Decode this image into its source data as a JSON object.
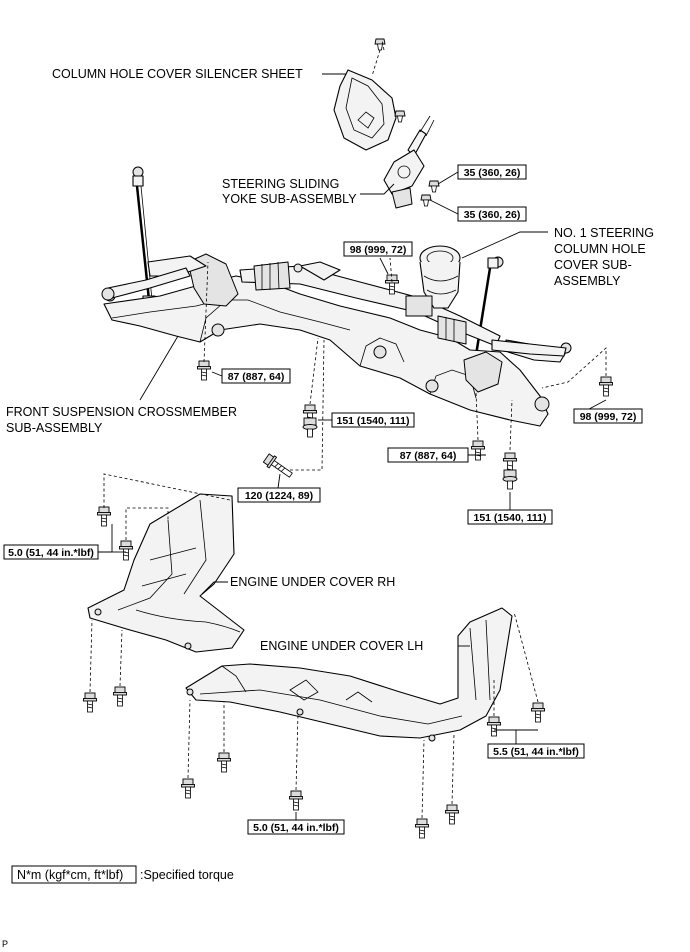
{
  "labels": {
    "column_hole_cover_silencer_sheet": "COLUMN HOLE COVER SILENCER SHEET",
    "steering_sliding_yoke_1": "STEERING SLIDING",
    "steering_sliding_yoke_2": "YOKE SUB-ASSEMBLY",
    "no1_steering_column_cover_1": "NO. 1 STEERING",
    "no1_steering_column_cover_2": "COLUMN HOLE",
    "no1_steering_column_cover_3": "COVER SUB-",
    "no1_steering_column_cover_4": "ASSEMBLY",
    "front_suspension_crossmember_1": "FRONT SUSPENSION CROSSMEMBER",
    "front_suspension_crossmember_2": "SUB-ASSEMBLY",
    "engine_under_cover_rh": "ENGINE UNDER COVER RH",
    "engine_under_cover_lh": "ENGINE UNDER COVER LH"
  },
  "torques": {
    "yoke_upper": "35 (360, 26)",
    "yoke_lower": "35 (360, 26)",
    "rack_bolt_top": "98 (999, 72)",
    "rack_bolt_right": "98 (999, 72)",
    "cross_left_87": "87 (887, 64)",
    "cross_mid_151": "151 (1540, 111)",
    "cross_right_87": "87 (887, 64)",
    "cross_right_151": "151 (1540, 111)",
    "cross_rear_120": "120 (1224, 89)",
    "rh_cover": "5.0 (51, 44 in.*lbf)",
    "lh_cover": "5.5 (51, 44 in.*lbf)",
    "bottom_cover": "5.0 (51, 44 in.*lbf)"
  },
  "legend": {
    "unit_box": "N*m (kgf*cm, ft*lbf)",
    "text": ":Specified torque"
  },
  "corner_mark": "P"
}
